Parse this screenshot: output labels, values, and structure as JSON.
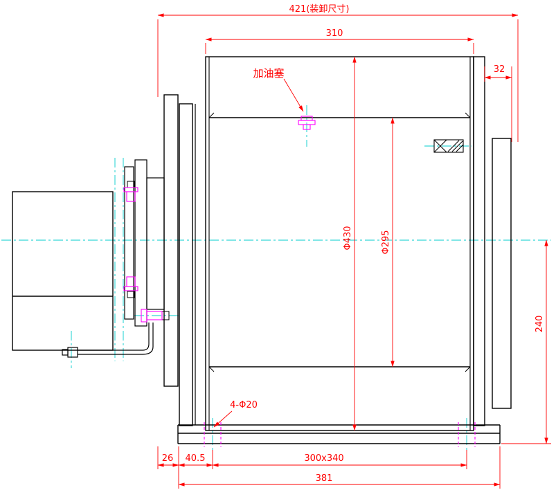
{
  "drawing": {
    "title": "winch-assembly-section-drawing",
    "labels": {
      "overall_width": "421(装卸尺寸)",
      "drum_length": "310",
      "bracket_width": "32",
      "oil_plug": "加油塞",
      "flange_diameter": "Φ430",
      "barrel_diameter": "Φ295",
      "base_height": "240",
      "bolt_holes": "4-Φ20",
      "edge_offset": "26",
      "hole_offset": "40.5",
      "hole_spacing": "300x340",
      "base_length": "381"
    },
    "colors": {
      "outline": "#000000",
      "dimension": "#ff0000",
      "centerline": "#00cccc",
      "hidden_detail": "#ff00ff",
      "background": "#ffffff"
    }
  }
}
